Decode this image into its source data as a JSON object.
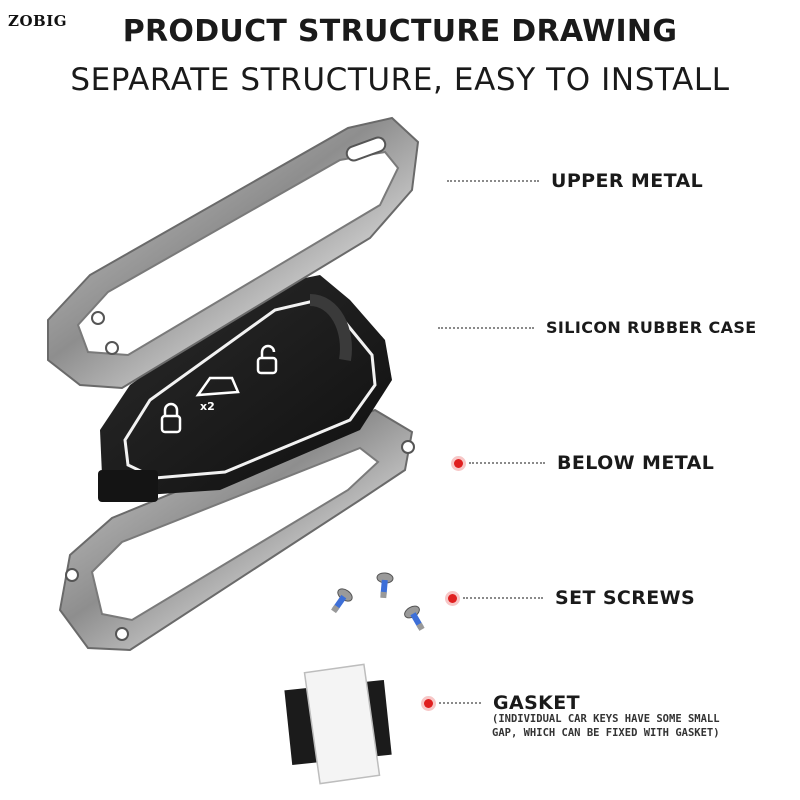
{
  "brand": "ZOBIG",
  "title": "PRODUCT STRUCTURE DRAWING",
  "subtitle": "SEPARATE STRUCTURE, EASY TO INSTALL",
  "parts": [
    {
      "label": "UPPER METAL",
      "marker": false
    },
    {
      "label": "SILICON RUBBER CASE",
      "marker": false
    },
    {
      "label": "BELOW METAL",
      "marker": true
    },
    {
      "label": "SET SCREWS",
      "marker": true
    },
    {
      "label": "GASKET",
      "marker": true
    }
  ],
  "gasket_note": "(INDIVIDUAL CAR KEYS HAVE SOME SMALL GAP, WHICH CAN BE FIXED WITH GASKET)",
  "colors": {
    "marker": "#e02020",
    "metal": "#9a9a9a",
    "rubber": "#1c1c1c",
    "text": "#1a1a1a"
  },
  "icons": [
    "lock-icon",
    "trunk-icon",
    "unlock-icon",
    "screw-icon"
  ]
}
